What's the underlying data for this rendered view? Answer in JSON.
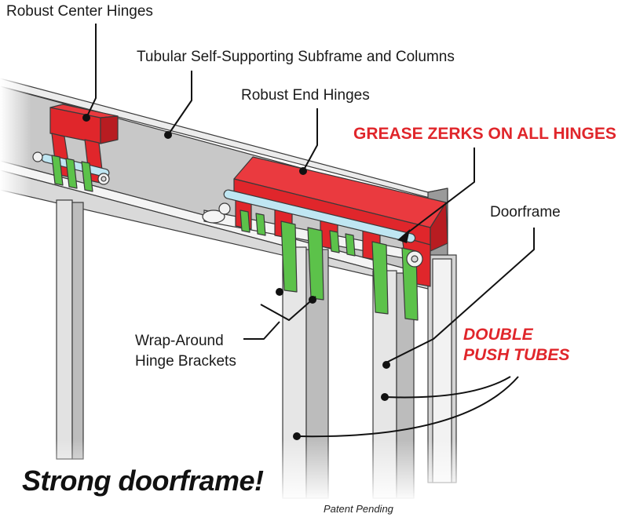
{
  "labels": {
    "center_hinges": "Robust Center Hinges",
    "subframe": "Tubular Self-Supporting Subframe and Columns",
    "end_hinges": "Robust End Hinges",
    "grease_zerks": "GREASE ZERKS ON ALL HINGES",
    "doorframe": "Doorframe",
    "double_push_1": "DOUBLE",
    "double_push_2": "PUSH TUBES",
    "wrap_around_1": "Wrap-Around",
    "wrap_around_2": "Hinge Brackets",
    "strong": "Strong doorframe!",
    "patent": "Patent Pending"
  },
  "colors": {
    "hinge_red": "#e0262b",
    "bracket_green": "#5cc24a",
    "pin_blue": "#bfe6f2",
    "frame_gray": "#cfcfcf",
    "accent_text_red": "#e0262b"
  }
}
